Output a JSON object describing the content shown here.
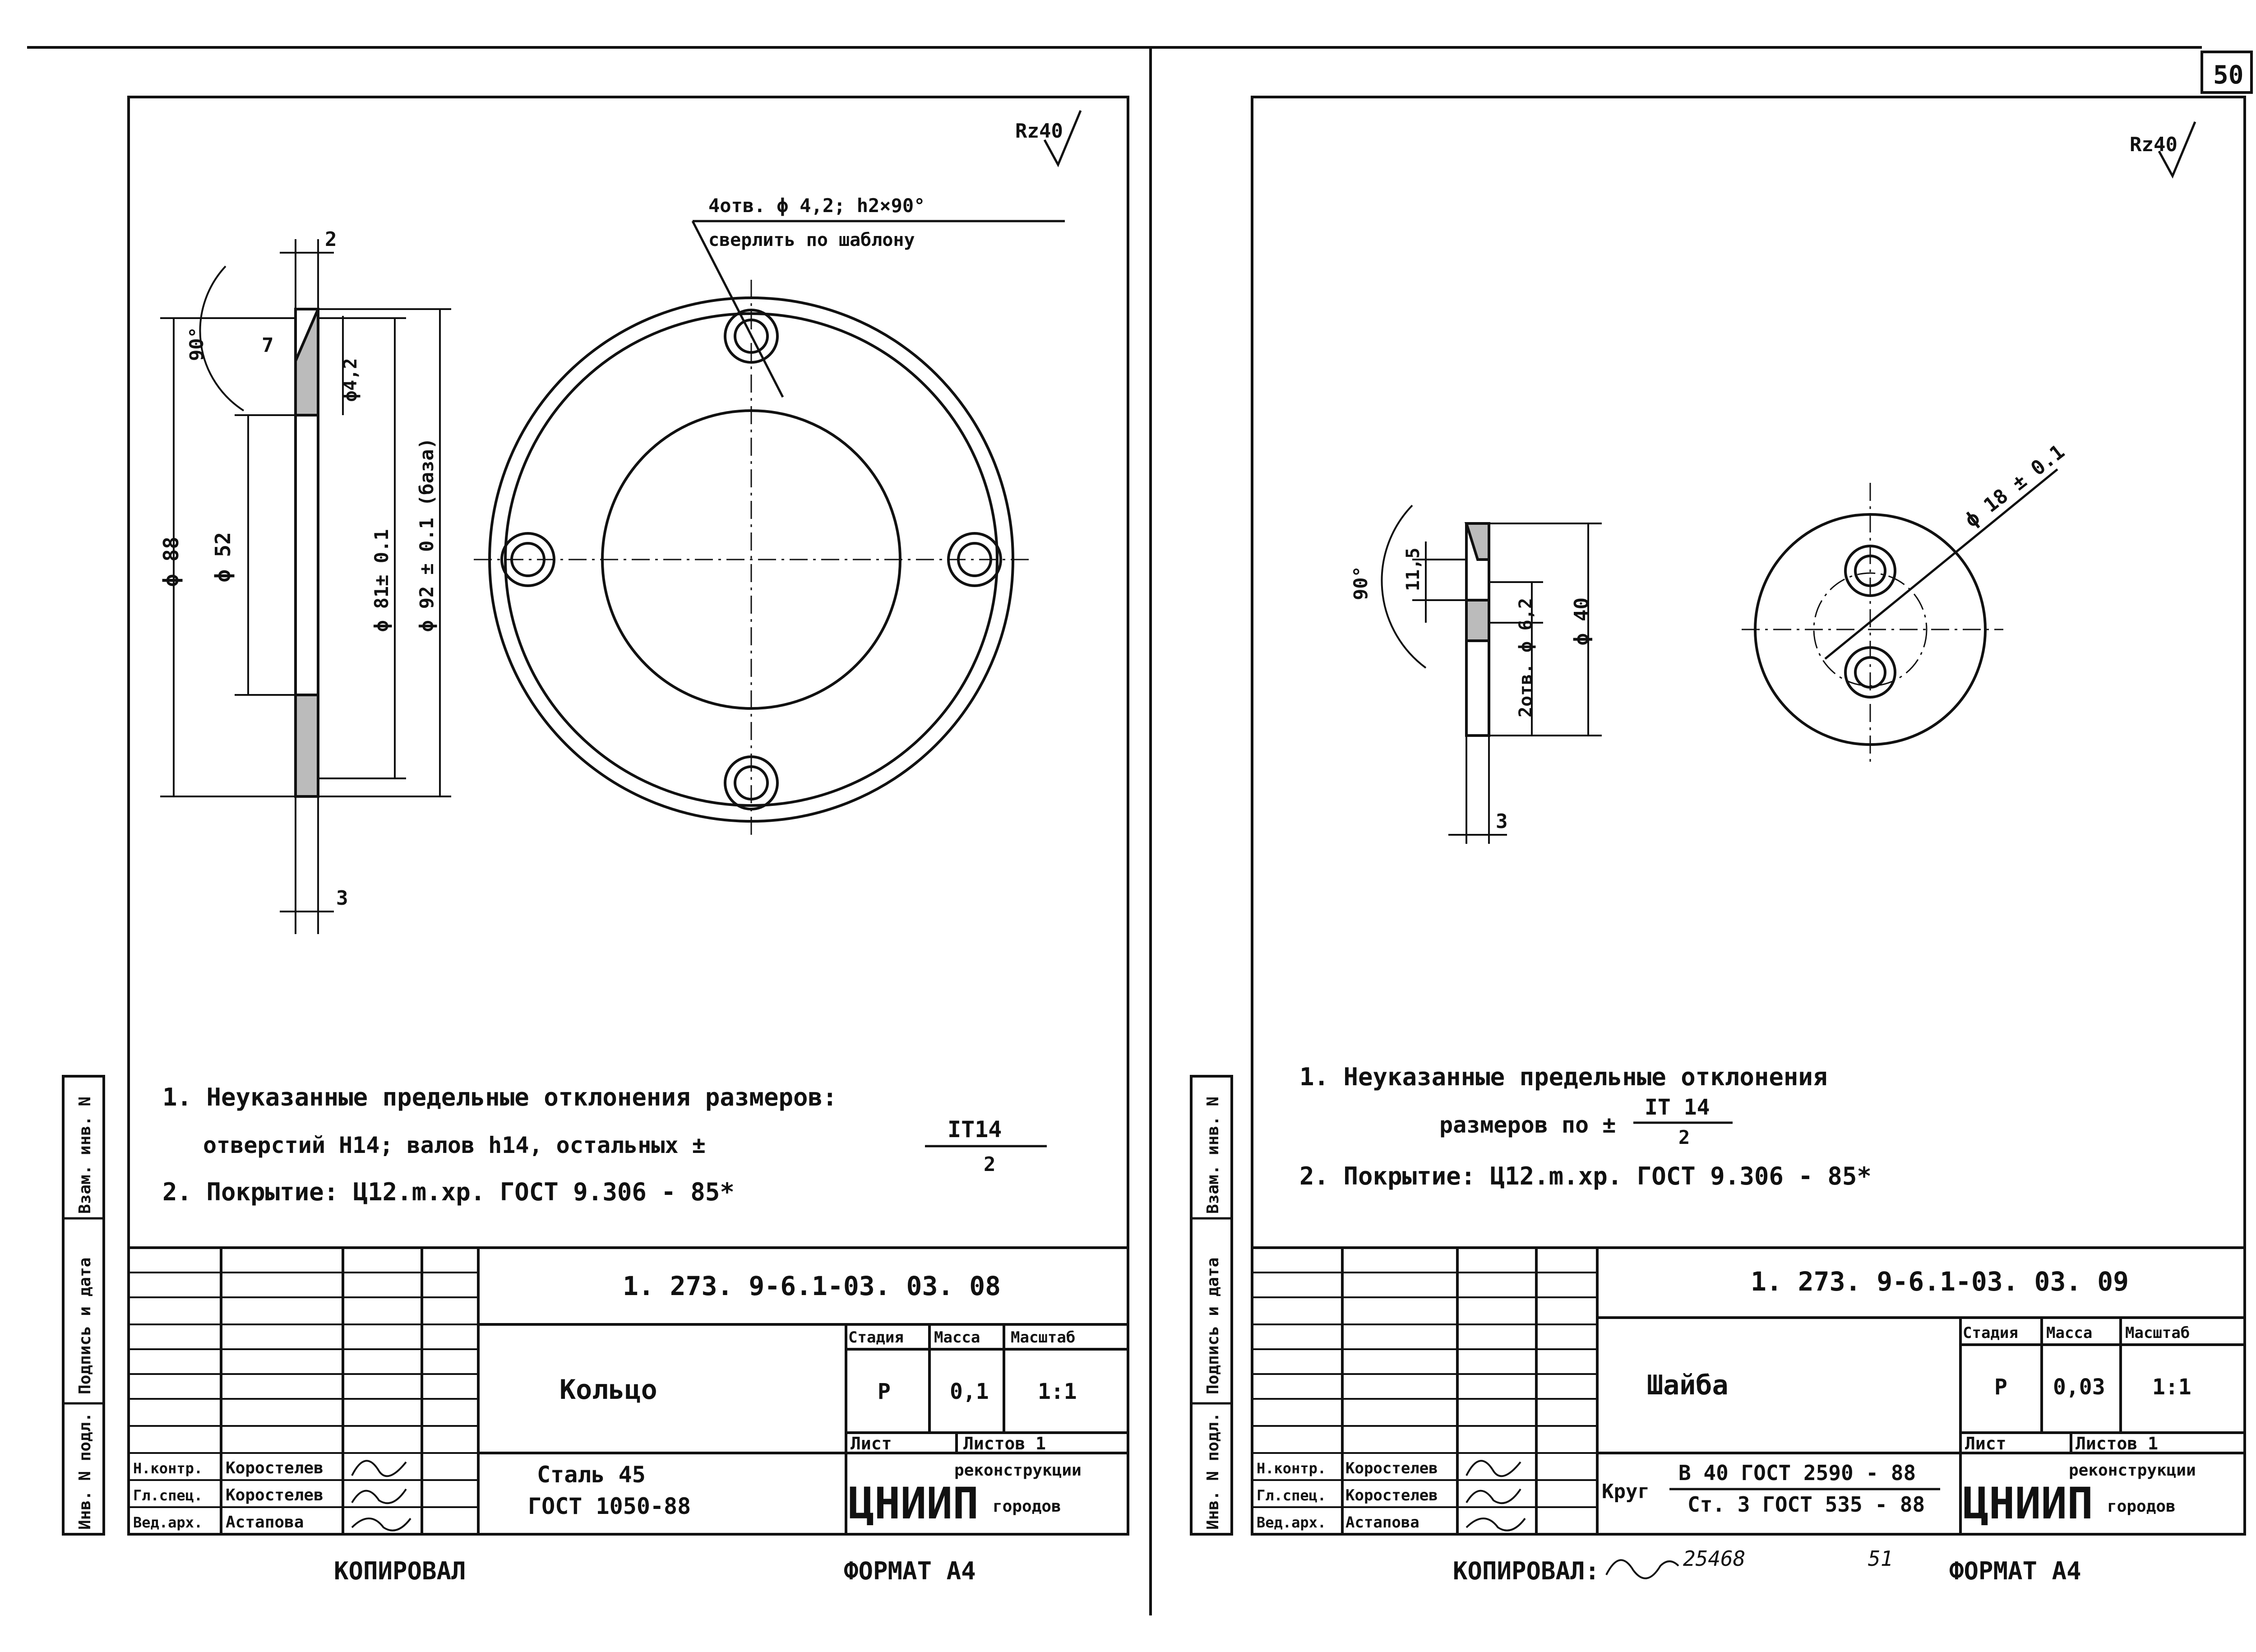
{
  "page": {
    "number": "50"
  },
  "left": {
    "roughness": "Rz40",
    "hole_callout": {
      "line1": "4отв. ϕ 4,2; h2×90°",
      "line2": "сверлить по шаблону"
    },
    "dims": {
      "d88": "ϕ 88",
      "d52": "ϕ 52",
      "d81": "ϕ 81± 0.1",
      "d92": "ϕ 92 ± 0.1 (база)",
      "d42": "ϕ4,2",
      "angle": "90°",
      "seven": "7",
      "two": "2",
      "three": "3"
    },
    "notes": {
      "n1": "1. Неуказанные предельные отклонения размеров:",
      "n1b": "отверстий Н14; валов h14,  остальных  ±",
      "frac_top": "IT14",
      "frac_bot": "2",
      "n2": "2. Покрытие: Ц12.m.хр. ГОСТ 9.306 - 85*"
    },
    "title_block": {
      "code": "1. 273. 9-6.1-03. 03. 08",
      "name": "Кольцо",
      "headers": [
        "Стадия",
        "Масса",
        "Масштаб"
      ],
      "values": [
        "Р",
        "0,1",
        "1:1"
      ],
      "sheet": "Лист",
      "sheets": "Листов 1",
      "material_1": "Сталь 45",
      "material_2": "ГОСТ 1050-88",
      "org_logo": "ЦНИИП",
      "org_1": "реконструкции",
      "org_2": "городов",
      "roles": [
        "Н.контр.",
        "Гл.спец.",
        "Вед.арх."
      ],
      "persons": [
        "Коростелев",
        "Коростелев",
        "Астапова"
      ]
    },
    "copy": "КОПИРОВАЛ",
    "format": "ФОРМАТ А4"
  },
  "right": {
    "roughness": "Rz40",
    "dims": {
      "d40": "ϕ 40",
      "d62": "2отв. ϕ 6,2",
      "d18": "ϕ 18 ± 0.1",
      "d115": "11,5",
      "angle": "90°",
      "three": "3"
    },
    "notes": {
      "n1": "1. Неуказанные предельные отклонения",
      "n1b": "размеров по ±",
      "frac_top": "IT 14",
      "frac_bot": "2",
      "n2": "2. Покрытие: Ц12.m.хр. ГОСТ 9.306 - 85*"
    },
    "title_block": {
      "code": "1. 273. 9-6.1-03. 03. 09",
      "name": "Шайба",
      "headers": [
        "Стадия",
        "Масса",
        "Масштаб"
      ],
      "values": [
        "Р",
        "0,03",
        "1:1"
      ],
      "sheet": "Лист",
      "sheets": "Листов 1",
      "material_label": "Круг",
      "material_1": "В 40 ГОСТ 2590 - 88",
      "material_2": "Ст. 3 ГОСТ 535 - 88",
      "org_logo": "ЦНИИП",
      "org_1": "реконструкции",
      "org_2": "городов",
      "roles": [
        "Н.контр.",
        "Гл.спец.",
        "Вед.арх."
      ],
      "persons": [
        "Коростелев",
        "Коростелев",
        "Астапова"
      ]
    },
    "copy": "КОПИРОВАЛ:",
    "copy_number": "25468",
    "sheet_no": "51",
    "format": "ФОРМАТ А4"
  },
  "side_stamp": [
    "Инв. N подл.",
    "Подпись и дата",
    "Взам. инв. N"
  ]
}
